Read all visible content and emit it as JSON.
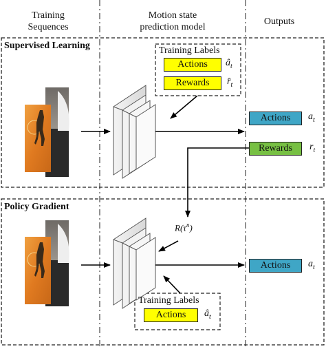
{
  "columns": {
    "input": [
      "Training",
      "Sequences"
    ],
    "model": [
      "Motion state",
      "prediction model"
    ],
    "output": "Outputs"
  },
  "sections": {
    "supervised": {
      "title": "Supervised Learning",
      "training_labels": {
        "title": "Training Labels",
        "actions": {
          "label": "Actions",
          "symbol": "â_t"
        },
        "rewards": {
          "label": "Rewards",
          "symbol": "r̂_t"
        }
      },
      "outputs": {
        "actions": {
          "label": "Actions",
          "symbol": "a_t",
          "color": "#3fa6c6"
        },
        "rewards": {
          "label": "Rewards",
          "symbol": "r_t",
          "color": "#77c043"
        }
      }
    },
    "policy": {
      "title": "Policy Gradient",
      "signal": "R(τⁿ)",
      "training_labels": {
        "title": "Training Labels",
        "actions": {
          "label": "Actions",
          "symbol": "â_t"
        }
      },
      "outputs": {
        "actions": {
          "label": "Actions",
          "symbol": "a_t",
          "color": "#3fa6c6"
        }
      }
    }
  },
  "colors": {
    "label_box": "#ffff00",
    "actions_output": "#3fa6c6",
    "rewards_output": "#77c043"
  }
}
